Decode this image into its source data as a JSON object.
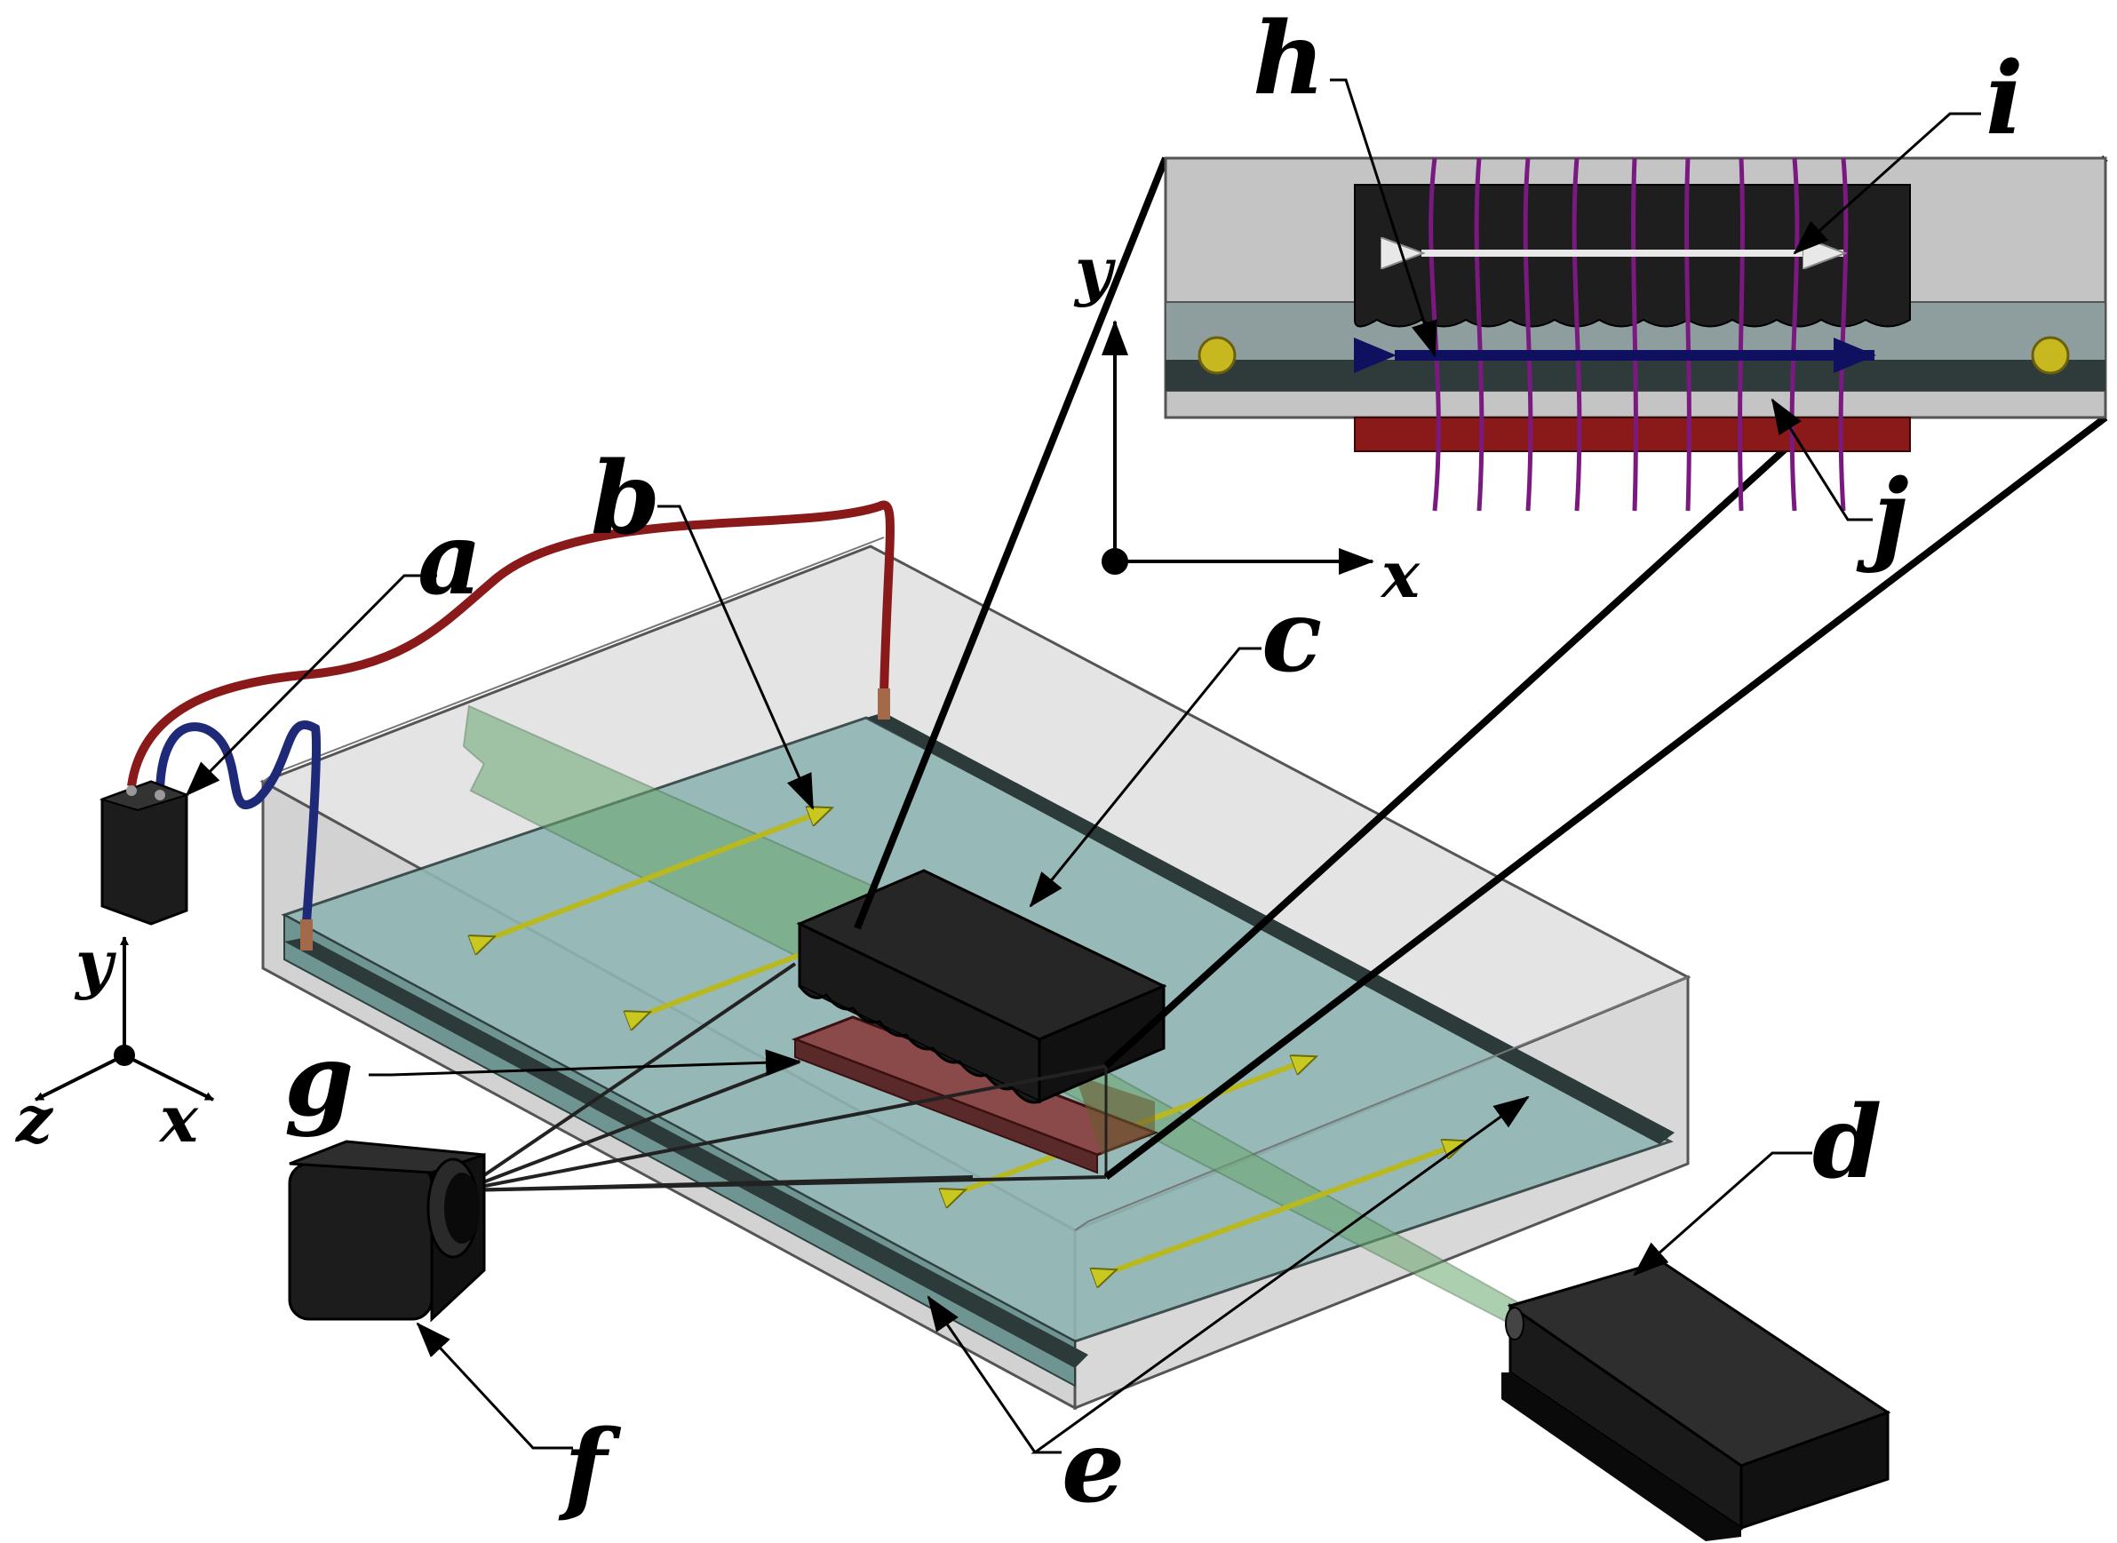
{
  "labels": {
    "a": "a",
    "b": "b",
    "c": "c",
    "d": "d",
    "e": "e",
    "f": "f",
    "g": "g",
    "h": "h",
    "i": "i",
    "j": "j"
  },
  "axes": {
    "main": {
      "x": "x",
      "y": "y",
      "z": "z"
    },
    "inset": {
      "x": "x",
      "y": "y"
    }
  },
  "colors": {
    "water": "#8fb5b3",
    "tank_glass": "#c8c8c8",
    "dark_part": "#1c1c1c",
    "laser_sheet": "#6aa870",
    "heater": "#8a2020",
    "red_tube": "#8a1a1a",
    "blue_tube": "#1e2a78",
    "flow_arrow": "#b8b820",
    "wave_arrow": "#101060",
    "field_lines": "#7a1a80",
    "inset_bg": "#c4c4c4"
  }
}
